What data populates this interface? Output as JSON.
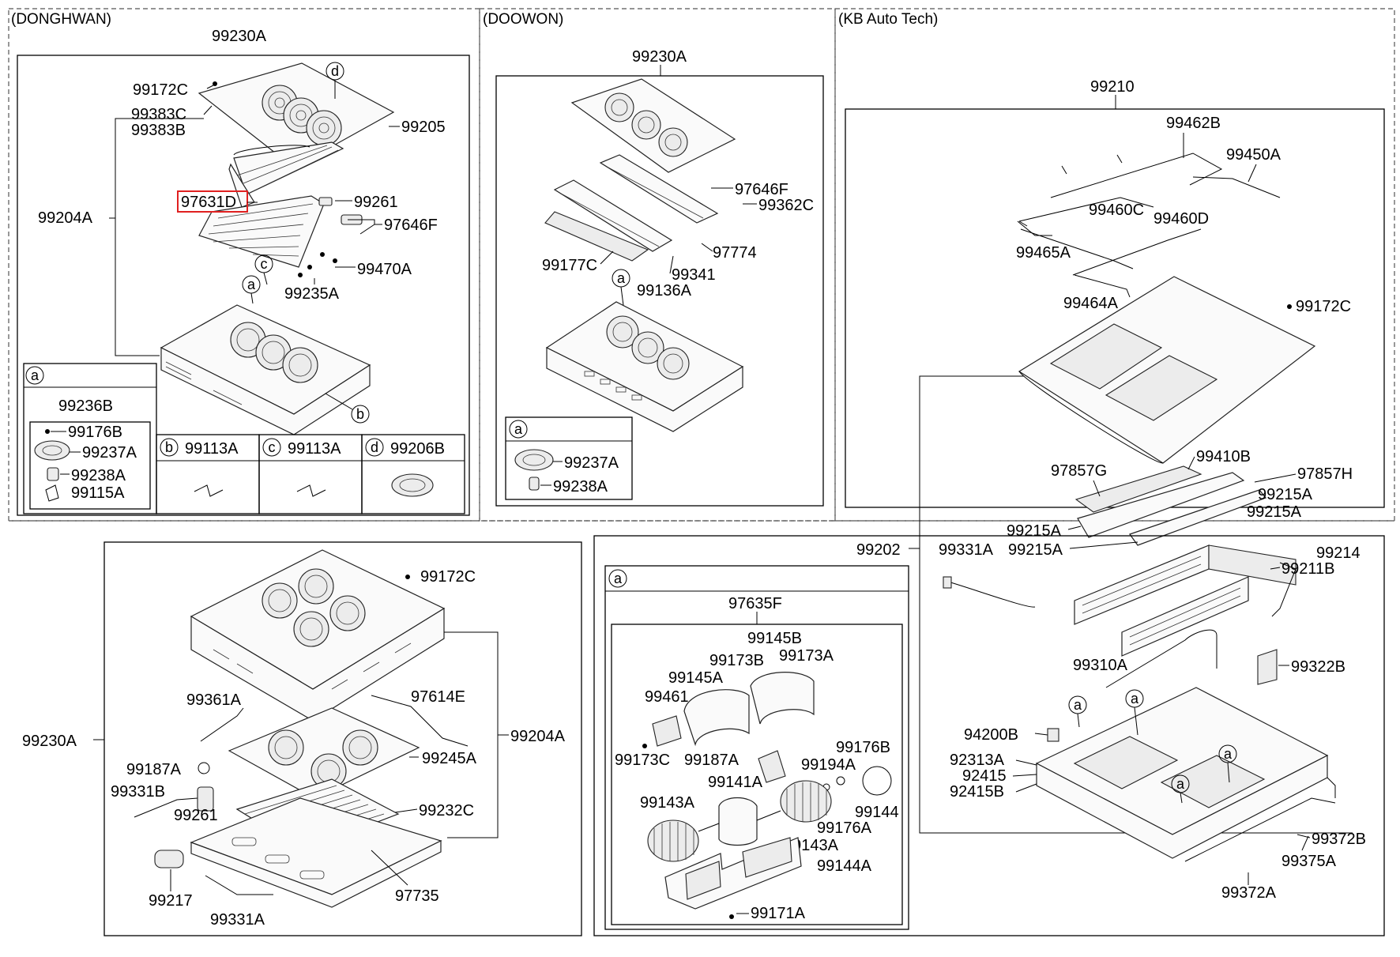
{
  "sections": {
    "donghwan": "(DONGHWAN)",
    "doowon": "(DOOWON)",
    "kb": "(KB Auto Tech)"
  },
  "parts": {
    "dh_99230A": "99230A",
    "dh_99172C": "99172C",
    "dh_99383C": "99383C",
    "dh_99383B": "99383B",
    "dh_99205": "99205",
    "dh_99204A": "99204A",
    "dh_97631D": "97631D",
    "dh_99261": "99261",
    "dh_97646F": "97646F",
    "dh_99470A": "99470A",
    "dh_99235A": "99235A",
    "dh_99236B": "99236B",
    "dh_99176B": "99176B",
    "dh_99237A": "99237A",
    "dh_99238A": "99238A",
    "dh_99115A": "99115A",
    "dh_b_99113A": "99113A",
    "dh_c_99113A": "99113A",
    "dh_d_99206B": "99206B",
    "dw_99230A": "99230A",
    "dw_97646F": "97646F",
    "dw_99362C": "99362C",
    "dw_97774": "97774",
    "dw_99177C": "99177C",
    "dw_99341": "99341",
    "dw_99136A": "99136A",
    "dw_99237A": "99237A",
    "dw_99238A": "99238A",
    "kb_99210": "99210",
    "kb_99462B": "99462B",
    "kb_99450A": "99450A",
    "kb_99460C": "99460C",
    "kb_99460D": "99460D",
    "kb_99465A": "99465A",
    "kb_99464A": "99464A",
    "kb_99172C": "99172C",
    "kb_99410B": "99410B",
    "kb_97857G": "97857G",
    "kb_97857H": "97857H",
    "kb_99215A_1": "99215A",
    "kb_99215A_2": "99215A",
    "kb_99215A_3": "99215A",
    "kb_99215A_4": "99215A",
    "kb_99202": "99202",
    "kb_99331A": "99331A",
    "kb_99214": "99214",
    "kb_99211B": "99211B",
    "kb_99310A": "99310A",
    "kb_99322B": "99322B",
    "kb_94200B": "94200B",
    "kb_92313A": "92313A",
    "kb_92415": "92415",
    "kb_92415B": "92415B",
    "kb_99372B": "99372B",
    "kb_99375A": "99375A",
    "kb_99372A": "99372A",
    "bl_99172C": "99172C",
    "bl_99230A": "99230A",
    "bl_99204A": "99204A",
    "bl_99361A": "99361A",
    "bl_97614E": "97614E",
    "bl_99245A": "99245A",
    "bl_99187A": "99187A",
    "bl_99331B": "99331B",
    "bl_99261": "99261",
    "bl_99232C": "99232C",
    "bl_99217": "99217",
    "bl_99331A": "99331A",
    "bl_97735": "97735",
    "bm_97635F": "97635F",
    "bm_99145B": "99145B",
    "bm_99173B": "99173B",
    "bm_99173A": "99173A",
    "bm_99145A": "99145A",
    "bm_99461": "99461",
    "bm_99173C": "99173C",
    "bm_99187A": "99187A",
    "bm_99176B": "99176B",
    "bm_99194A": "99194A",
    "bm_99141A": "99141A",
    "bm_99143A_1": "99143A",
    "bm_99144": "99144",
    "bm_99176A": "99176A",
    "bm_99143A_2": "99143A",
    "bm_99144A": "99144A",
    "bm_99171A": "99171A"
  },
  "callouts": {
    "a": "a",
    "b": "b",
    "c": "c",
    "d": "d"
  }
}
